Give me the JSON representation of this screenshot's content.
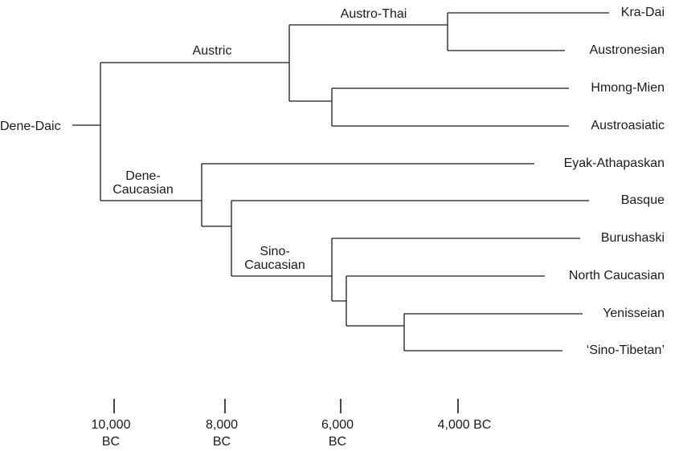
{
  "root": {
    "label": "Dene-Daic"
  },
  "branches": {
    "austric": "Austric",
    "austro_thai": "Austro-Thai",
    "dene_caucasian_line1": "Dene-",
    "dene_caucasian_line2": "Caucasian",
    "sino_caucasian_line1": "Sino-",
    "sino_caucasian_line2": "Caucasian"
  },
  "leaves": [
    "Kra-Dai",
    "Austronesian",
    "Hmong-Mien",
    "Austroasiatic",
    "Eyak-Athapaskan",
    "Basque",
    "Burushaski",
    "North Caucasian",
    "Yenisseian",
    "‘Sino-Tibetan’"
  ],
  "timeline": [
    {
      "line1": "10,000",
      "line2": "BC"
    },
    {
      "line1": "8,000",
      "line2": "BC"
    },
    {
      "line1": "6,000",
      "line2": "BC"
    },
    {
      "line1": "4,000 BC",
      "line2": ""
    }
  ]
}
